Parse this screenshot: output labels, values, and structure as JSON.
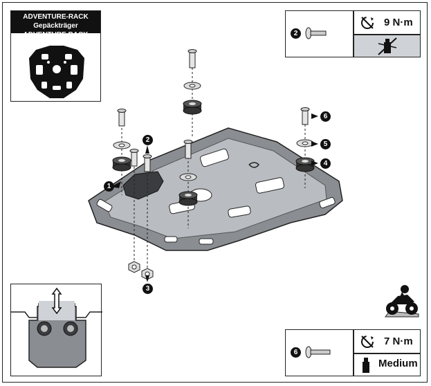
{
  "header_box": {
    "title_line1": "ADVENTURE-RACK Gepäckträger",
    "title_line2": "ADVENTURE RACK"
  },
  "spec_top": {
    "part_number": "2",
    "torque": "9 N·m",
    "torque_icon": "torque-wrench-icon",
    "threadlock_icon": "no-threadlock-icon"
  },
  "spec_bottom": {
    "part_number": "6",
    "torque": "7 N·m",
    "torque_icon": "torque-wrench-icon",
    "threadlock_icon": "threadlock-icon",
    "threadlock_strength": "Medium"
  },
  "callouts": [
    "1",
    "2",
    "3",
    "4",
    "5",
    "6"
  ],
  "colors": {
    "ink": "#111111",
    "plate": "#8a8d91",
    "plate_light": "#b9bcc0",
    "panel_gray": "#cfd3d7"
  }
}
